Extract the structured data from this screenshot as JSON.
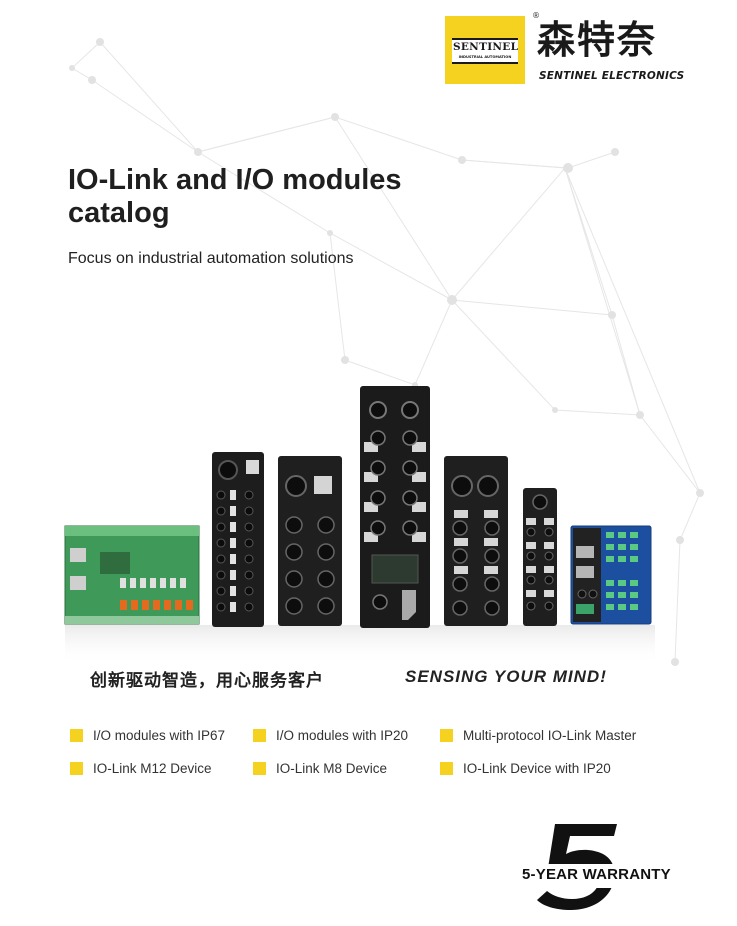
{
  "brand": {
    "logo_word": "SENTINEL",
    "logo_sub": "INDUSTRIAL AUTOMATION",
    "registered_mark": "®",
    "name_cn": "森特奈",
    "name_en": "SENTINEL ELECTRONICS",
    "accent_color": "#f4d21f"
  },
  "cover": {
    "title": "IO-Link and I/O modules catalog",
    "subtitle": "Focus on industrial automation solutions"
  },
  "products_image": {
    "icon": "io-module-product-lineup"
  },
  "slogans": {
    "chinese": "创新驱动智造，用心服务客户",
    "english": "SENSING YOUR MIND!"
  },
  "features": [
    "I/O modules with IP67",
    "I/O modules with IP20",
    "Multi-protocol IO-Link Master",
    "IO-Link M12 Device",
    "IO-Link M8 Device",
    "IO-Link Device with IP20"
  ],
  "warranty": {
    "years": "5",
    "label": "5-YEAR WARRANTY"
  }
}
